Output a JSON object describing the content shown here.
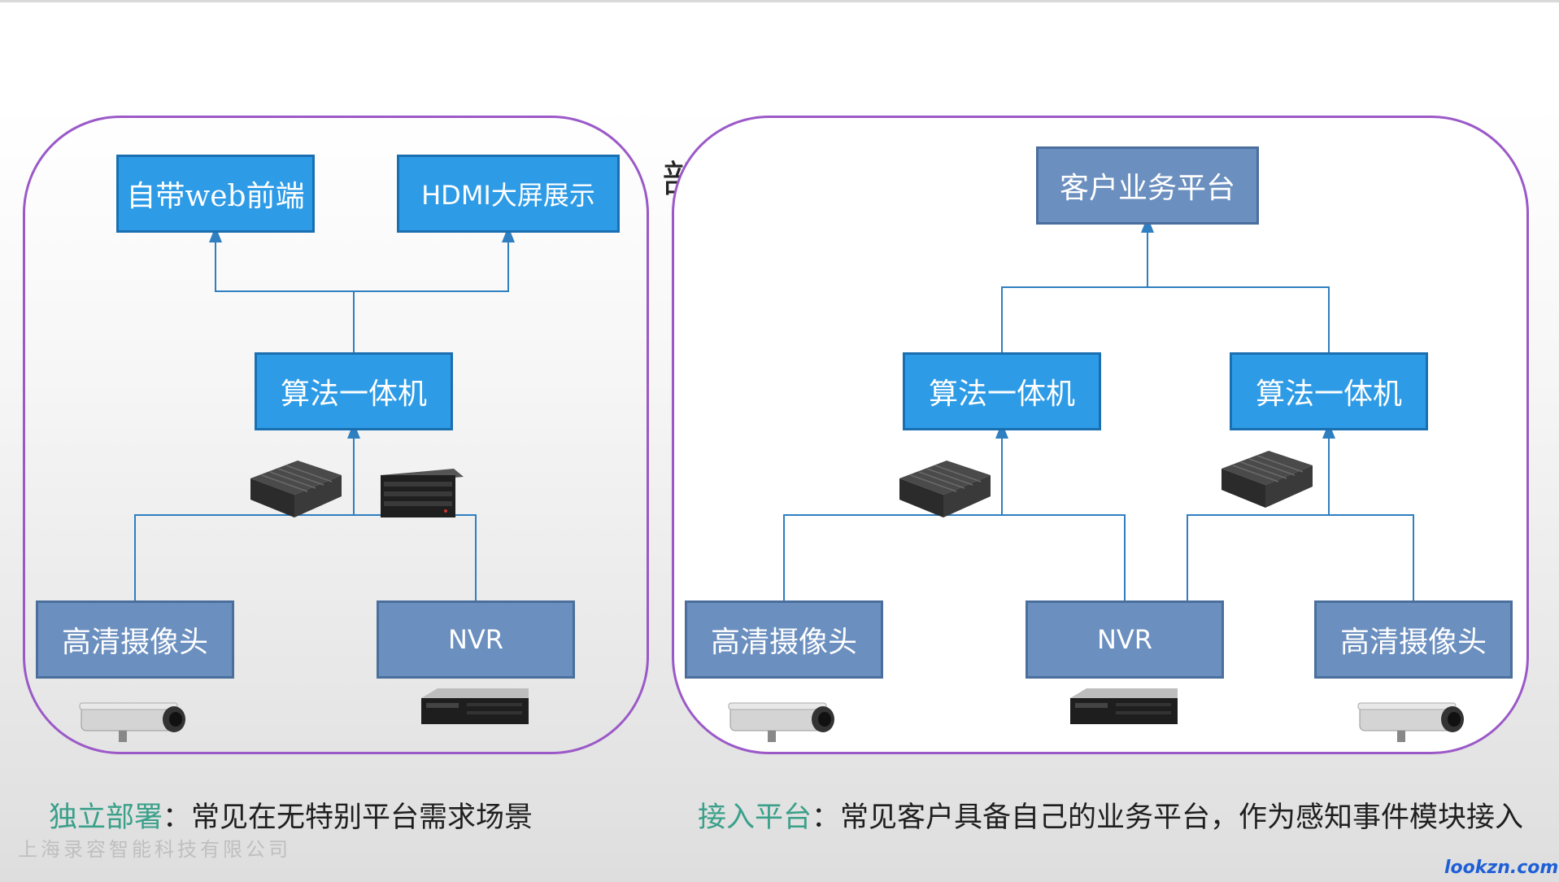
{
  "left": {
    "web_frontend": "自带web前端",
    "hdmi_display": "HDMI大屏展示",
    "algorithm_box": "算法一体机",
    "camera": "高清摄像头",
    "nvr": "NVR"
  },
  "right": {
    "client_platform": "客户业务平台",
    "algorithm_box_1": "算法一体机",
    "algorithm_box_2": "算法一体机",
    "camera_1": "高清摄像头",
    "nvr": "NVR",
    "camera_2": "高清摄像头"
  },
  "captions": {
    "left_title": "独立部署",
    "left_text": "：常见在无特别平台需求场景",
    "right_title": "接入平台",
    "right_text": "：常见客户具备自己的业务平台，作为感知事件模块接入"
  },
  "stray_glyph": "部",
  "watermark": "上海录容智能科技有限公司",
  "site_logo": "lookzn.com",
  "colors": {
    "blue_box": "#2e9be6",
    "slate_box": "#6b8fbf",
    "panel_border": "#9b59c8",
    "connector": "#2f7fc1",
    "caption_highlight": "#3aa08a"
  }
}
